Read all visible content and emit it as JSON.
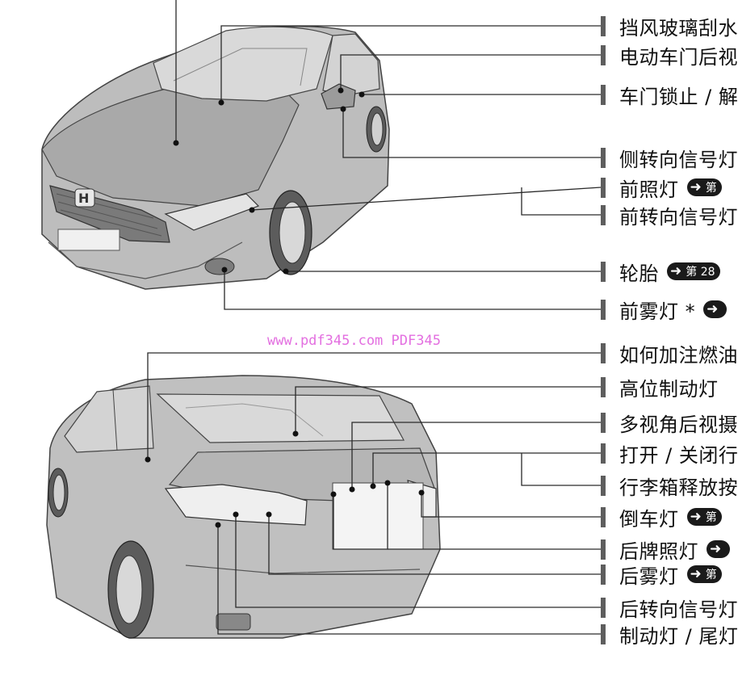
{
  "watermark": "www.pdf345.com PDF345",
  "ref_prefix": "第",
  "front_labels": [
    {
      "text": "挡风玻璃刮水",
      "has_ref": false
    },
    {
      "text": "电动车门后视",
      "has_ref": false
    },
    {
      "text": "车门锁止 / 解",
      "has_ref": false
    },
    {
      "text": "侧转向信号灯",
      "has_ref": false
    },
    {
      "text": "前照灯",
      "has_ref": true,
      "ref": "第"
    },
    {
      "text": "前转向信号灯",
      "has_ref": false
    },
    {
      "text": "轮胎",
      "has_ref": true,
      "ref": "第 28"
    },
    {
      "text": "前雾灯 *",
      "has_ref": true,
      "ref": ""
    }
  ],
  "rear_labels": [
    {
      "text": "如何加注燃油",
      "has_ref": false
    },
    {
      "text": "高位制动灯",
      "has_ref": false
    },
    {
      "text": "多视角后视摄",
      "has_ref": false
    },
    {
      "text": "打开 / 关闭行",
      "has_ref": false
    },
    {
      "text": "行李箱释放按",
      "has_ref": false
    },
    {
      "text": "倒车灯",
      "has_ref": true,
      "ref": "第"
    },
    {
      "text": "后牌照灯",
      "has_ref": true,
      "ref": ""
    },
    {
      "text": "后雾灯",
      "has_ref": true,
      "ref": "第"
    },
    {
      "text": "后转向信号灯",
      "has_ref": false
    },
    {
      "text": "制动灯 / 尾灯",
      "has_ref": false
    }
  ],
  "colors": {
    "car_body": "#c4c4c4",
    "car_shadow": "#8f8f8f",
    "leader_line": "#2a2a2a",
    "watermark": "#e36fe0",
    "ref_badge": "#1a1a1a"
  }
}
